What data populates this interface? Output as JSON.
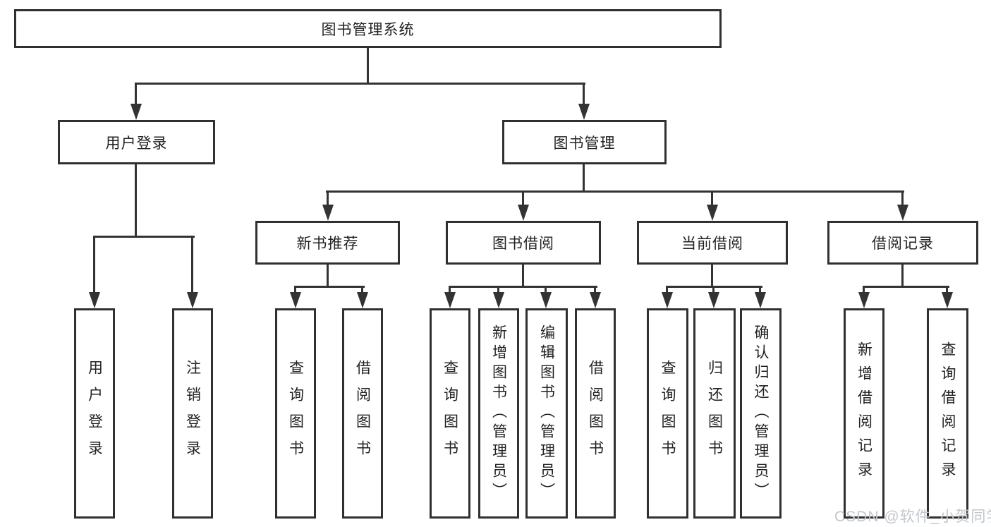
{
  "tree": {
    "root": {
      "label": "图书管理系统"
    },
    "branches": [
      {
        "label": "用户登录",
        "children": [
          {
            "label": "用户登录"
          },
          {
            "label": "注销登录"
          }
        ]
      },
      {
        "label": "图书管理",
        "children": [
          {
            "label": "新书推荐",
            "children": [
              {
                "label": "查询图书"
              },
              {
                "label": "借阅图书"
              }
            ]
          },
          {
            "label": "图书借阅",
            "children": [
              {
                "label": "查询图书"
              },
              {
                "label": "新增图书（管理员）"
              },
              {
                "label": "编辑图书（管理员）"
              },
              {
                "label": "借阅图书"
              }
            ]
          },
          {
            "label": "当前借阅",
            "children": [
              {
                "label": "查询图书"
              },
              {
                "label": "归还图书"
              },
              {
                "label": "确认归还（管理员）"
              }
            ]
          },
          {
            "label": "借阅记录",
            "children": [
              {
                "label": "新增借阅记录"
              },
              {
                "label": "查询借阅记录"
              }
            ]
          }
        ]
      }
    ]
  },
  "watermark": {
    "text": "CSDN @软件_小贺同学",
    "color": "#c3c7cb"
  },
  "colors": {
    "line": "#333333",
    "border": "#303030",
    "background": "#ffffff",
    "text": "#222222"
  }
}
